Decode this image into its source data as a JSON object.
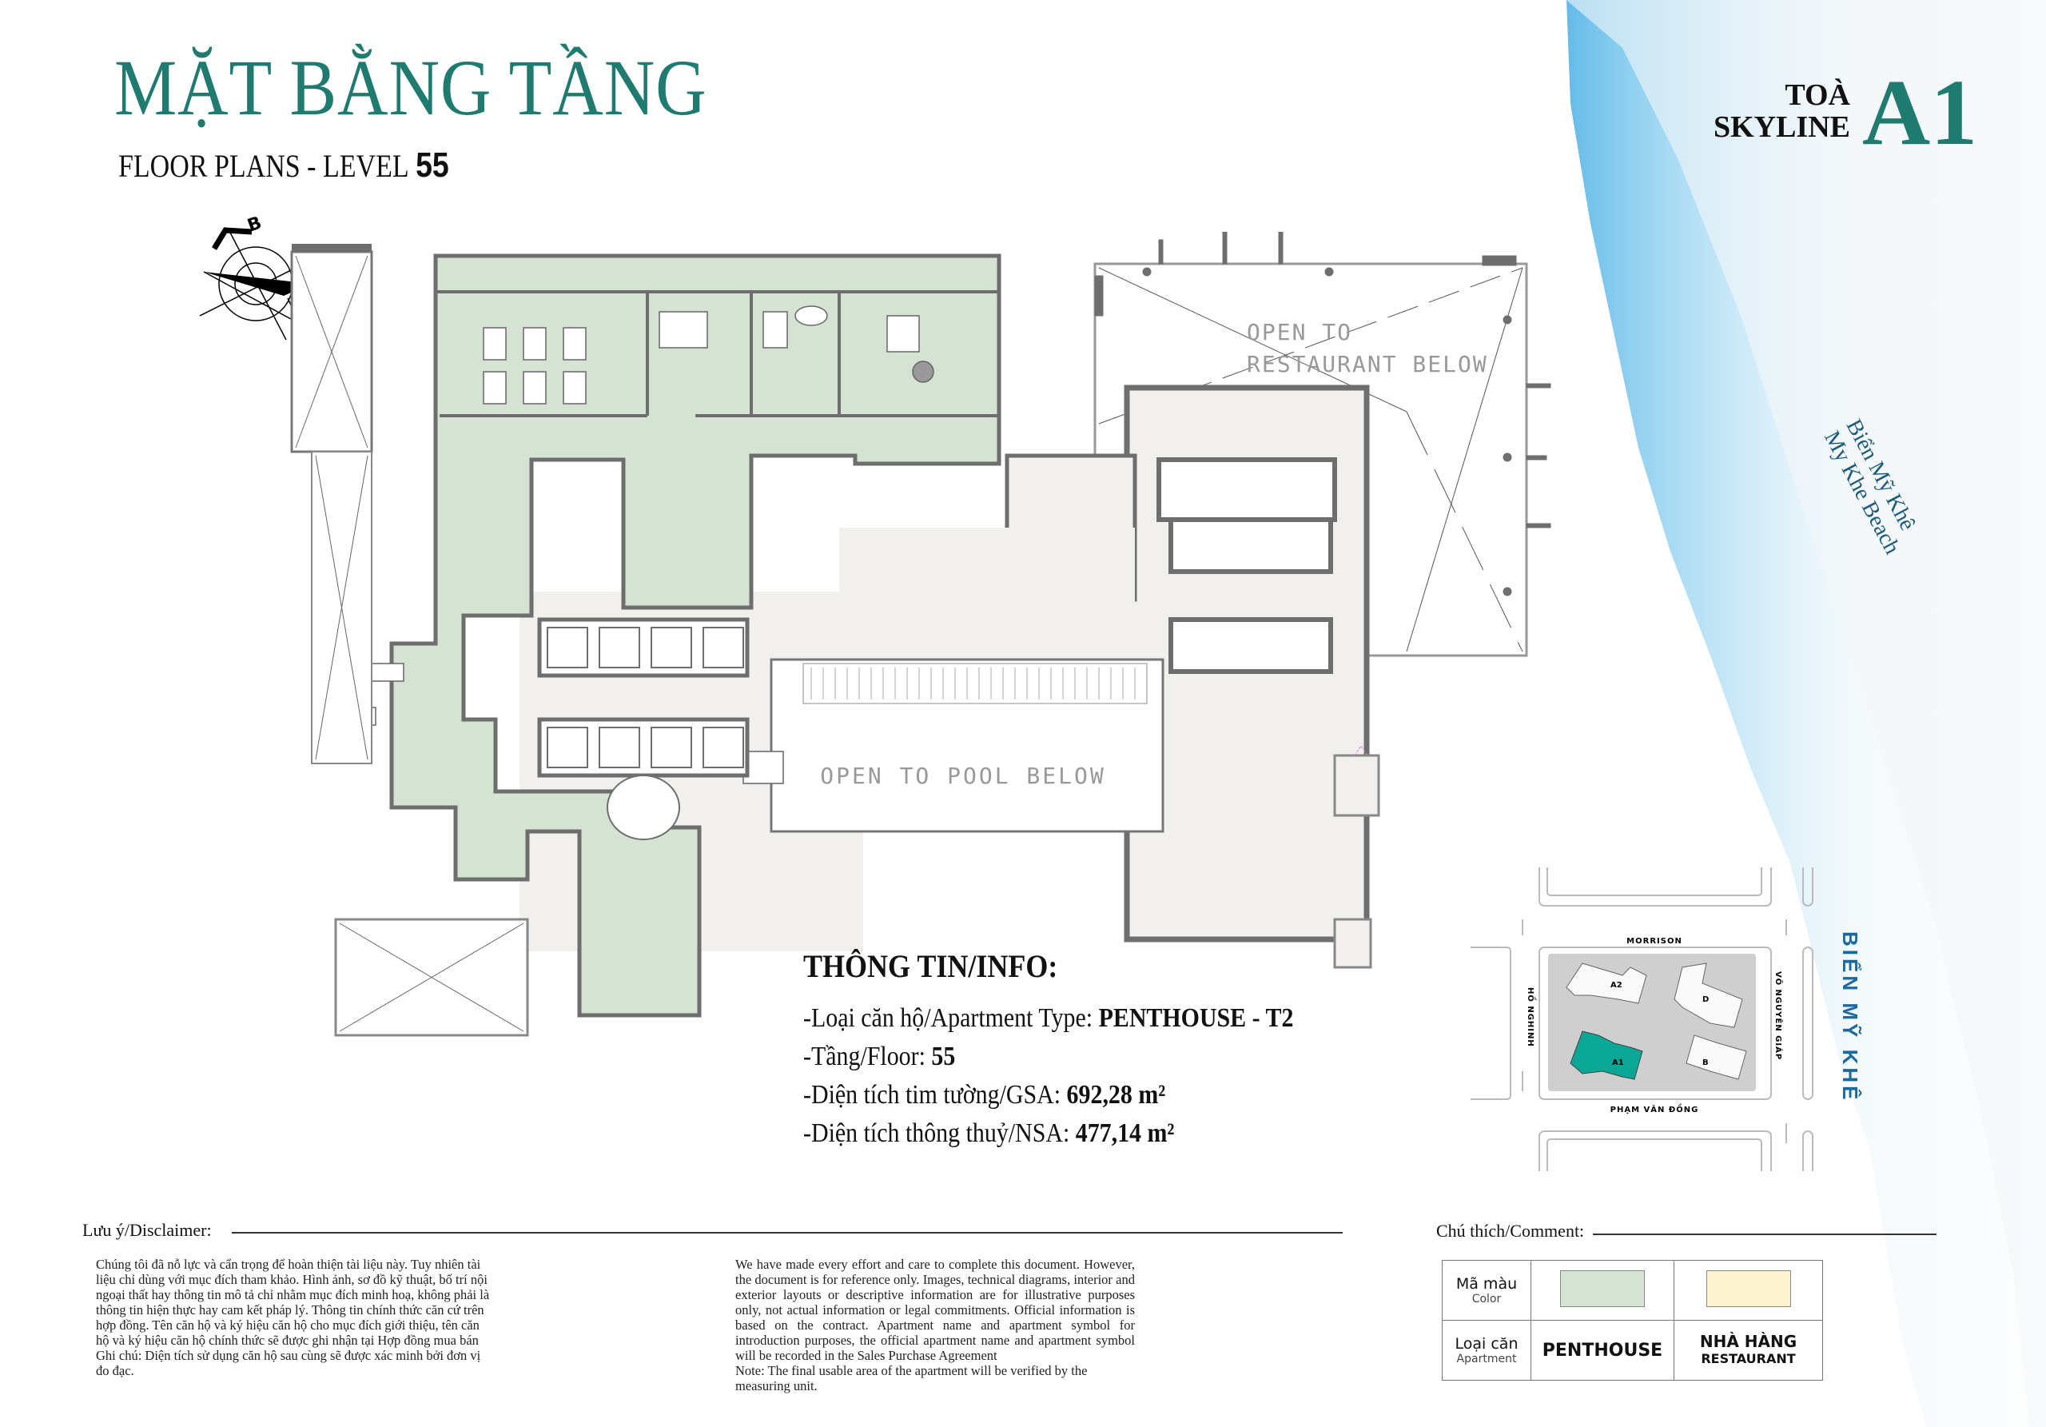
{
  "header": {
    "title_vn": "MẶT BẰNG TẦNG",
    "title_en": "FLOOR PLANS - LEVEL",
    "level": "55",
    "tower_prefix_line1": "TOÀ",
    "tower_prefix_line2": "SKYLINE",
    "tower_code": "A1",
    "beach_label_vn": "Biển Mỹ Khê",
    "beach_label_en": "My Khe Beach",
    "compass_letter": "B"
  },
  "colors": {
    "brand_teal": "#1f7a70",
    "penthouse": "#d5e3d2",
    "restaurant": "#fdf3d1",
    "corridor": "#f1f0ec",
    "wall": "#6e6e6e",
    "sea_blue": "#62bde6"
  },
  "plan": {
    "labels": {
      "open_restaurant_1": "OPEN TO",
      "open_restaurant_2": "RESTAURANT BELOW",
      "open_pool": "OPEN TO POOL BELOW"
    }
  },
  "info": {
    "heading": "THÔNG TIN/INFO:",
    "rows": [
      {
        "label": "-Loại căn hộ/Apartment Type: ",
        "value": "PENTHOUSE - T2"
      },
      {
        "label": "-Tầng/Floor: ",
        "value": "55"
      },
      {
        "label": "-Diện tích tim tường/GSA: ",
        "value": "692,28 m²"
      },
      {
        "label": "-Diện tích thông thuỷ/NSA: ",
        "value": "477,14 m²"
      }
    ]
  },
  "location_map": {
    "streets": {
      "north": "MORRISON",
      "south": "PHẠM VĂN ĐỒNG",
      "west": "HỒ NGHINH",
      "east": "VÕ NGUYÊN GIÁP"
    },
    "buildings": [
      "A2",
      "D",
      "A1",
      "B"
    ],
    "highlight": "A1",
    "beach": "BIỂN MỸ KHÊ"
  },
  "disclaimer": {
    "heading": "Lưu ý/Disclaimer:",
    "vn": "Chúng tôi đã nỗ lực và cẩn trọng để hoàn thiện tài liệu này. Tuy nhiên tài liệu chỉ dùng với mục đích tham khảo. Hình ảnh, sơ đồ kỹ thuật, bố trí nội ngoại thất hay thông tin mô tả chỉ nhằm mục đích minh hoạ, không phải là thông tin hiện thực hay cam kết pháp lý. Thông tin chính thức căn cứ trên hợp đồng. Tên căn hộ và ký hiệu căn hộ cho mục đích giới thiệu, tên căn hộ và ký hiệu căn hộ chính thức sẽ được ghi nhận tại Hợp đồng mua bán",
    "vn_note": "Ghi chú: Diện tích sử dụng căn hộ sau cùng sẽ được xác minh bởi đơn vị đo đạc.",
    "en": "We have made every effort and care to complete this document. However, the document is for reference only. Images, technical diagrams, interior and exterior layouts or descriptive information are for illustrative purposes only, not actual information or legal commitments. Official information is based on the contract. Apartment name and apartment symbol for introduction purposes, the official apartment name and apartment symbol will be recorded in the Sales Purchase Agreement",
    "en_note": "Note: The final usable area of the apartment will be verified by the measuring unit."
  },
  "legend": {
    "heading": "Chú thích/Comment:",
    "color_label": "Mã màu",
    "color_sub": "Color",
    "type_label": "Loại căn",
    "type_sub": "Apartment",
    "items": [
      {
        "name": "PENTHOUSE",
        "sub": "",
        "color": "#d5e3d2"
      },
      {
        "name": "NHÀ HÀNG",
        "sub": "RESTAURANT",
        "color": "#fdf3d1"
      }
    ]
  }
}
